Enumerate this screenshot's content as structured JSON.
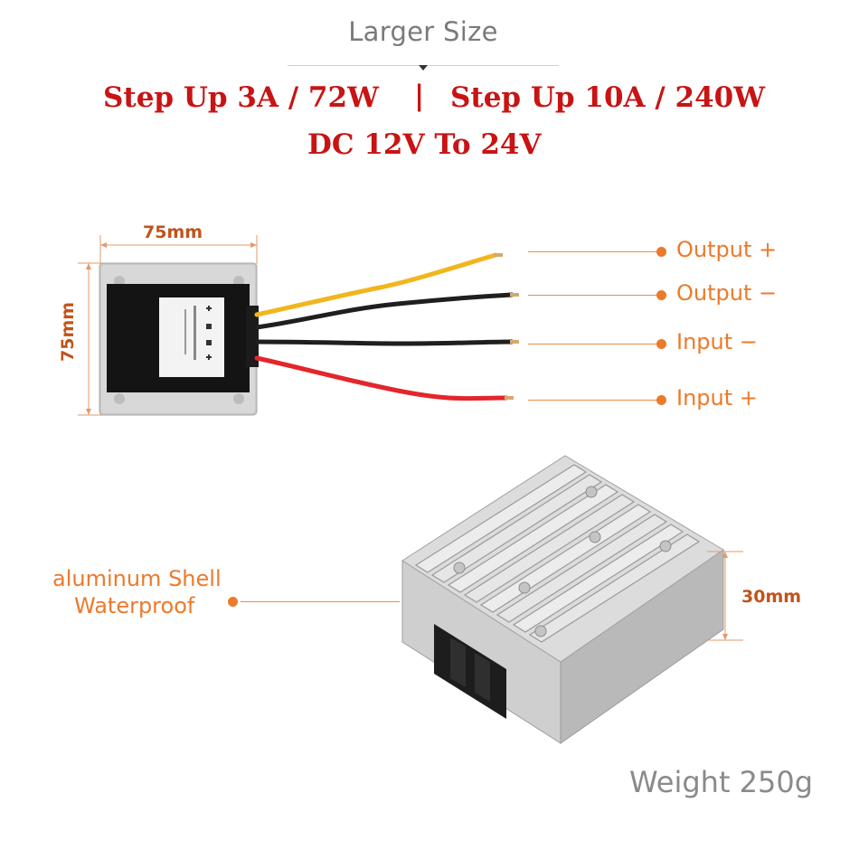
{
  "header": {
    "title": "Larger Size"
  },
  "specs": {
    "line1_left": "Step Up 3A / 72W",
    "separator": "|",
    "line1_right": "Step Up 10A / 240W",
    "line2": "DC 12V To 24V"
  },
  "dimensions": {
    "width": "75mm",
    "height": "75mm",
    "depth": "30mm"
  },
  "wires": [
    {
      "label": "Output +",
      "color": "#f2b51e"
    },
    {
      "label": "Output −",
      "color": "#1a1a1a"
    },
    {
      "label": "Input −",
      "color": "#1a1a1a"
    },
    {
      "label": "Input +",
      "color": "#e3262b"
    }
  ],
  "features": {
    "line1": "aluminum Shell",
    "line2": "Waterproof"
  },
  "weight": "Weight 250g",
  "colors": {
    "accent": "#ec7a2b",
    "headline": "#c81414"
  }
}
